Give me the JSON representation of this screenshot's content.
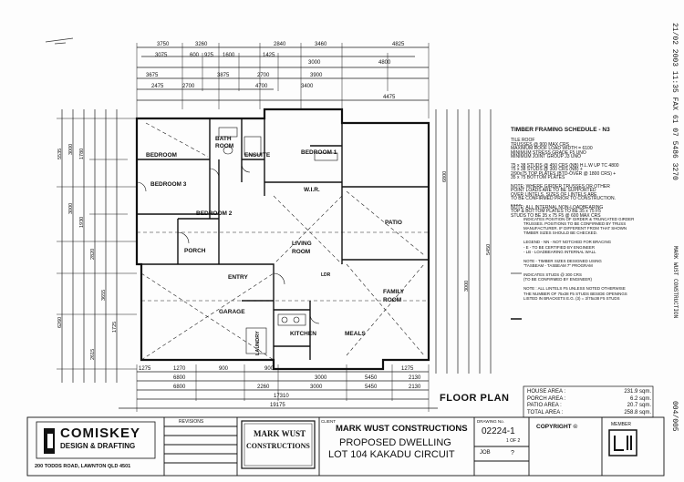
{
  "fax_header": "21/02 2003 11:35 FAX 61 07 5486 3270",
  "fax_header_right": "MARK WUST CONSTRUCTION",
  "fax_page": "004/005",
  "top_dims": {
    "row1": [
      "3750",
      "3260",
      "2840",
      "3460",
      "4825"
    ],
    "row2": [
      "3075",
      "600",
      "925",
      "1600",
      "1425",
      "3000",
      "4800"
    ],
    "row3": [
      "3675",
      "3875",
      "2700",
      "3900"
    ],
    "row4": [
      "2475",
      "2700",
      "4700",
      "3400"
    ],
    "row5": [
      "4475"
    ]
  },
  "left_dims": [
    "5535",
    "3000",
    "3000",
    "1780",
    "1930",
    "2820",
    "6260",
    "3655",
    "1725",
    "2615"
  ],
  "rooms": {
    "bath": "BATH",
    "room_word": "ROOM",
    "bedroom": "BEDROOM",
    "bedroom2": "BEDROOM 2",
    "bedroom3": "BEDROOM 3",
    "bedroom1": "BEDROOM 1",
    "ensuite": "ENSUITE",
    "wir": "W.I.R.",
    "patio": "PATIO",
    "living": "LIVING",
    "porch": "PORCH",
    "entry": "ENTRY",
    "garage": "GARAGE",
    "laundry": "LAUNDRY",
    "kitchen": "KITCHEN",
    "family": "FAMILY",
    "meals": "MEALS",
    "ldr": "LDR"
  },
  "bottom_dims": {
    "row1": [
      "1275",
      "1270",
      "900",
      "900",
      "1275"
    ],
    "row2": [
      "6800",
      "3000",
      "5450",
      "2130"
    ],
    "row3": [
      "6800",
      "2260",
      "3000",
      "5450",
      "2130"
    ],
    "row4": "17310",
    "row5": "19175"
  },
  "plan_title": "FLOOR PLAN",
  "schedule": {
    "title": "TIMBER FRAMING SCHEDULE - N3",
    "lines": [
      "TILE ROOF",
      "TRUSSES @ 900 MAX CRS",
      "MAXIMUM ROOF LOAD WIDTH = 6100",
      "MINIMUM STRESS GRADE F5 UNO",
      "MINIMUM JOINT GROUP J3 UNO",
      "",
      "75 x 38 STUDS @ 450 CRS (NB) H.L.W UP TC 4800",
      "75 x 38 STUDS @ 300 CRS (NB) +",
      "2/90x75 TOP PLATES (BTD-OVER @ 1800 CRS) +",
      "35 x 75 BOTTOM PLATES",
      "",
      "NOTE: WHERE GIRDER TRUSSES OR OTHER",
      "POINT LOADS ARE TO BE SUPPORTED",
      "OVER LINTELS, SIZES OF LINTELS ARE",
      "TO BE CONFIRMED PRIOR TO CONSTRUCTION.",
      "",
      "NOTE: ALL INTERNAL NON-LOADBEARING",
      "TOP & BOTTOM PLATES TO BE 35 x 75 F5",
      "STUDS TO BE 35 x 75 F5 @ 600 MAX CRS"
    ],
    "legend_lines": [
      "INDICATES POSITION OF GIRDER & TRUNCATED GIRDER",
      "TRUSSES. POSITIONS TO BE CONFIRMED BY TRUSS",
      "MANUFACTURER. IF DIFFERENT FROM THAT SHOWN",
      "TIMBER SIZES SHOULD BE CHECKED.",
      "",
      "LEGEND - NN - NOT NOTCHED FOR BRACING",
      "- E - TO BE CERTIFIED BY ENGINEER",
      "- LB - LOADBEARING INTERNAL WALL",
      "",
      "NOTE - TIMBER SIZES DESIGNED USING",
      "\"TASBEAM - TASBEAM 7\" PROGRAM",
      "",
      "INDICATES STUDS @ 300 CRS",
      "(TO BE CONFIRMED BY ENGINEER)",
      "",
      "NOTE : ALL LINTELS F5 UNLESS NOTED OTHERWISE",
      "THE NUMBER OF 75x38 F5 STUDS BESIDE OPENINGS",
      "LISTED IN BRACKETS E.G. (3) = 3/75x38 F5 STUDS"
    ]
  },
  "areas": [
    {
      "label": "HOUSE AREA :",
      "value": "231.9 sqm."
    },
    {
      "label": "PORCH AREA :",
      "value": "6.2 sqm."
    },
    {
      "label": "PATIO AREA :",
      "value": "20.7 sqm."
    },
    {
      "label": "TOTAL AREA :",
      "value": "258.8 sqm."
    }
  ],
  "title_block": {
    "company": "COMISKEY",
    "company_sub": "DESIGN & DRAFTING",
    "address": "200 TODDS ROAD, LAWNTON QLD 4501",
    "revisions": "REVISIONS",
    "client_label": "CLIENT",
    "client": "MARK WUST CONSTRUCTIONS",
    "logo_line1": "MARK WUST",
    "logo_line2": "CONSTRUCTIONS",
    "project_line1": "PROPOSED DWELLING",
    "project_line2": "LOT 104 KAKADU CIRCUIT",
    "drawing_no_label": "DRAWING No.",
    "drawing_no": "02224-1",
    "sheet": "1 OF 2",
    "job": "JOB",
    "job_no": "?",
    "copyright": "COPYRIGHT ©",
    "member": "MEMBER"
  }
}
